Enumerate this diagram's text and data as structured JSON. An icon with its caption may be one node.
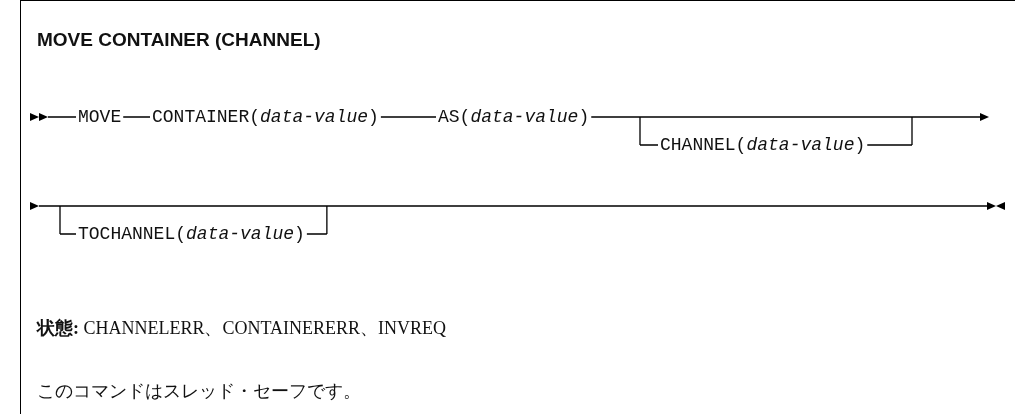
{
  "diagram": {
    "title": "MOVE CONTAINER (CHANNEL)",
    "labels": [
      "MOVE",
      "CONTAINER(*data-value*)",
      "AS(*data-value*)",
      "CHANNEL(*data-value*)",
      "TOCHANNEL(*data-value*)",
      "**状態:** CHANNELERR、CONTAINERERR、INVREQ",
      "このコマンドはスレッド・セーフです。"
    ]
  }
}
